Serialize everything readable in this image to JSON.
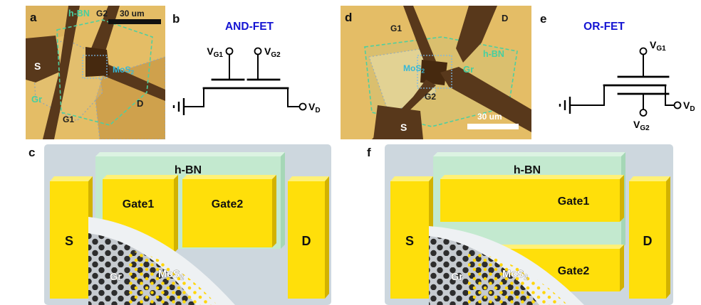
{
  "colors": {
    "circuit_title_blue": "#1414d2",
    "micrograph_gold": "#e4bd66",
    "electrode_brown": "#58381b",
    "hbn_slab_green": "#c3e9cf",
    "electrode_yellow": "#ffdf0a",
    "hbn_outline_teal": "#4ecf9f",
    "mos2_label_cyan": "#35b8d8",
    "schematic_bg_gray": "#cdd7de"
  },
  "panel_a": {
    "label": "a",
    "hbn": "h-BN",
    "g2": "G2",
    "scale_bar": "30 um",
    "s": "S",
    "mos2": "MoS",
    "mos2_sub": "2",
    "d": "D",
    "gr": "Gr",
    "g1": "G1"
  },
  "panel_b": {
    "label": "b",
    "title": "AND-FET",
    "v1": "V",
    "v1_sub": "G1",
    "v2": "V",
    "v2_sub": "G2",
    "vd": "V",
    "vd_sub": "D"
  },
  "panel_c": {
    "label": "c",
    "hbn": "h-BN",
    "s": "S",
    "gate1": "Gate1",
    "gate2": "Gate2",
    "d": "D",
    "gr": "Gr",
    "mos2": "MoS",
    "mos2_sub": "2"
  },
  "panel_d": {
    "label": "d",
    "g1": "G1",
    "d": "D",
    "hbn": "h-BN",
    "mos2": "MoS",
    "mos2_sub": "2",
    "gr": "Gr",
    "g2": "G2",
    "scale_bar": "30 um",
    "s": "S"
  },
  "panel_e": {
    "label": "e",
    "title": "OR-FET",
    "v1": "V",
    "v1_sub": "G1",
    "v2": "V",
    "v2_sub": "G2",
    "vd": "V",
    "vd_sub": "D"
  },
  "panel_f": {
    "label": "f",
    "hbn": "h-BN",
    "s": "S",
    "gate1": "Gate1",
    "gate2": "Gate2",
    "d": "D",
    "gr": "Gr",
    "mos2": "MoS",
    "mos2_sub": "2"
  }
}
